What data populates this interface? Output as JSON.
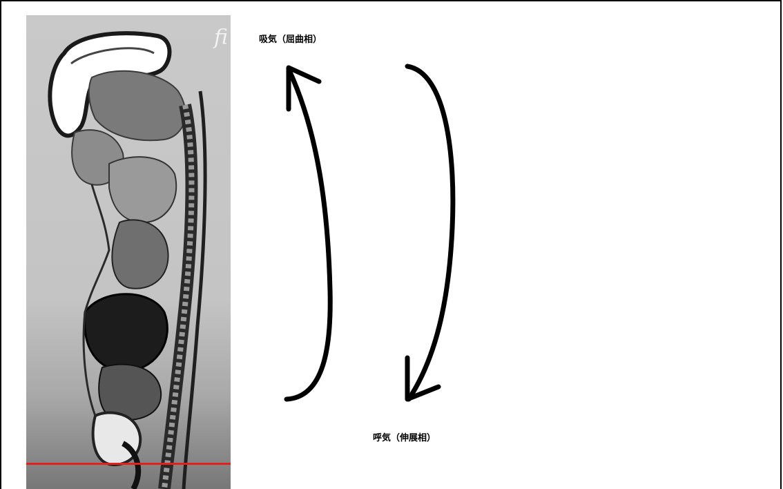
{
  "image": {
    "subject": "sagittal-section-specimen",
    "overlay_line_color": "#e32020",
    "corner_glyph": "fi"
  },
  "labels": {
    "inhale": "吸気（屈曲相）",
    "exhale": "呼気（伸展相）"
  },
  "arrows": [
    {
      "name": "inhale-arrow",
      "direction": "up"
    },
    {
      "name": "exhale-arrow",
      "direction": "down"
    }
  ],
  "colors": {
    "arrow": "#000000",
    "background": "#ffffff"
  }
}
